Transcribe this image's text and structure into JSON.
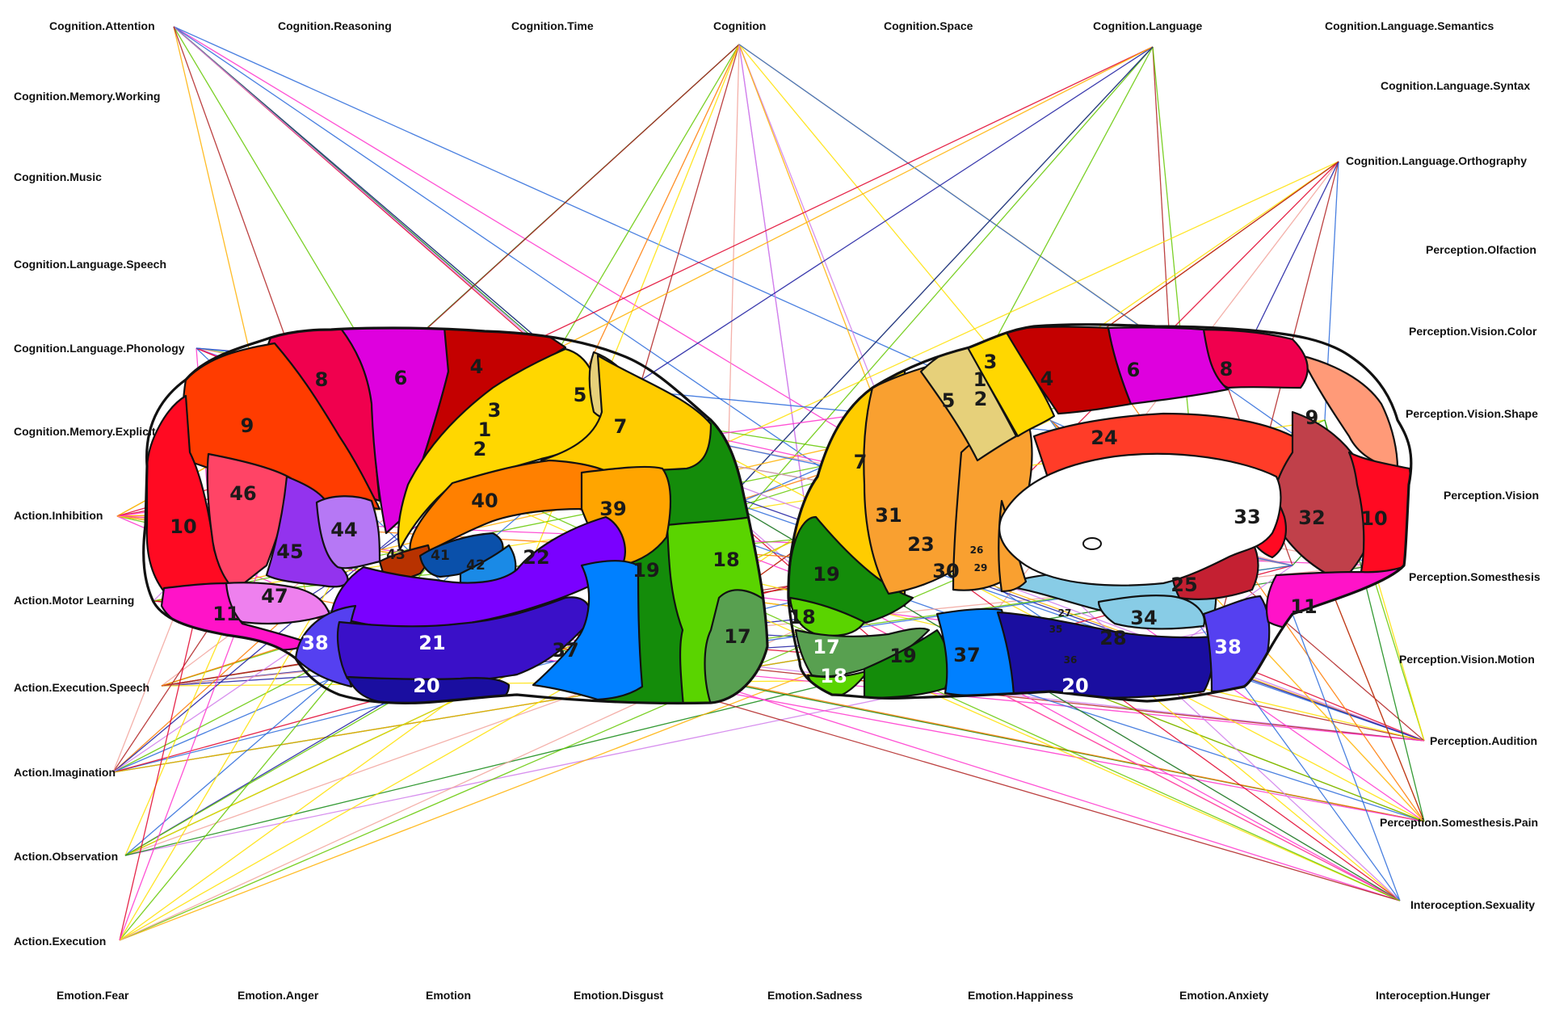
{
  "terms": {
    "cognition_attention": "Cognition.Attention",
    "cognition_reasoning": "Cognition.Reasoning",
    "cognition_time": "Cognition.Time",
    "cognition": "Cognition",
    "cognition_space": "Cognition.Space",
    "cognition_language": "Cognition.Language",
    "cognition_language_semantics": "Cognition.Language.Semantics",
    "cognition_memory_working": "Cognition.Memory.Working",
    "cognition_music": "Cognition.Music",
    "cognition_language_speech": "Cognition.Language.Speech",
    "cognition_language_phonology": "Cognition.Language.Phonology",
    "cognition_memory_explicit": "Cognition.Memory.Explicit",
    "action_inhibition": "Action.Inhibition",
    "action_motor_learning": "Action.Motor Learning",
    "action_execution_speech": "Action.Execution.Speech",
    "action_imagination": "Action.Imagination",
    "action_observation": "Action.Observation",
    "action_execution": "Action.Execution",
    "cognition_language_syntax": "Cognition.Language.Syntax",
    "cognition_language_orthography": "Cognition.Language.Orthography",
    "perception_olfaction": "Perception.Olfaction",
    "perception_vision_color": "Perception.Vision.Color",
    "perception_vision_shape": "Perception.Vision.Shape",
    "perception_vision": "Perception.Vision",
    "perception_somesthesis": "Perception.Somesthesis",
    "perception_vision_motion": "Perception.Vision.Motion",
    "perception_audition": "Perception.Audition",
    "perception_somesthesis_pain": "Perception.Somesthesis.Pain",
    "interoception_sexuality": "Interoception.Sexuality",
    "emotion_fear": "Emotion.Fear",
    "emotion_anger": "Emotion.Anger",
    "emotion": "Emotion",
    "emotion_disgust": "Emotion.Disgust",
    "emotion_sadness": "Emotion.Sadness",
    "emotion_happiness": "Emotion.Happiness",
    "emotion_anxiety": "Emotion.Anxiety",
    "interoception_hunger": "Interoception.Hunger"
  },
  "lateral_areas": {
    "a4": "4",
    "a8": "8",
    "a6": "6",
    "a9": "9",
    "a3": "3",
    "a1": "1",
    "a2": "2",
    "a5": "5",
    "a7": "7",
    "a46": "46",
    "a10": "10",
    "a44": "44",
    "a45": "45",
    "a40": "40",
    "a39": "39",
    "a43": "43",
    "a41": "41",
    "a42": "42",
    "a22": "22",
    "a19": "19",
    "a18": "18",
    "a47": "47",
    "a11": "11",
    "a38": "38",
    "a21": "21",
    "a37": "37",
    "a17": "17",
    "a20": "20"
  },
  "medial_areas": {
    "a3": "3",
    "a1": "1",
    "a2": "2",
    "a4": "4",
    "a6": "6",
    "a8": "8",
    "a5": "5",
    "a9": "9",
    "a24": "24",
    "a7": "7",
    "a33": "33",
    "a32": "32",
    "a10": "10",
    "a31": "31",
    "a23": "23",
    "a26": "26",
    "a29": "29",
    "a30": "30",
    "a25": "25",
    "a19": "19",
    "a11": "11",
    "a18a": "18",
    "a27": "27",
    "a34": "34",
    "a35": "35",
    "a28": "28",
    "a17": "17",
    "a36": "36",
    "a18b": "18",
    "a37": "37",
    "a38": "38",
    "a20": "20"
  },
  "area_colors": {
    "a4": "#C40000",
    "a6": "#DE00DE",
    "a8": "#F0004E",
    "a9": "#FF3C00",
    "a10": "#FF0A22",
    "a46": "#FF4466",
    "a45": "#9333EE",
    "a44": "#B678F5",
    "a47": "#EE80EE",
    "a11": "#FF13C8",
    "a3_1_2": "#FFD700",
    "a5": "#E6D07A",
    "a7": "#FFCC00",
    "a40": "#FF8000",
    "a39": "#FFA500",
    "a43": "#B83200",
    "a41": "#0A50AA",
    "a42": "#1A8AE6",
    "a22": "#7A00FF",
    "a21": "#3A10C8",
    "a20": "#1A0EA0",
    "a38": "#5540F0",
    "a37": "#0080FF",
    "a19": "#148C0A",
    "a18": "#5AD400",
    "a17": "#58A050",
    "a24": "#FF3C28",
    "a32": "#C0404A",
    "a33": "#FF0A22",
    "a31": "#F9A030",
    "a23": "#F9A030",
    "a30": "#F9A030",
    "a25": "#C42032",
    "a9_medial": "#FF9A78",
    "a_parahippocampal": "#88CCE6"
  },
  "connection_colors": [
    "#E0002A",
    "#FF33CC",
    "#D07CEB",
    "#FFB000",
    "#FFE000",
    "#64C800",
    "#118811",
    "#2A6ADA",
    "#1A1AA0",
    "#FF7A00",
    "#F2A39B",
    "#B02020"
  ]
}
